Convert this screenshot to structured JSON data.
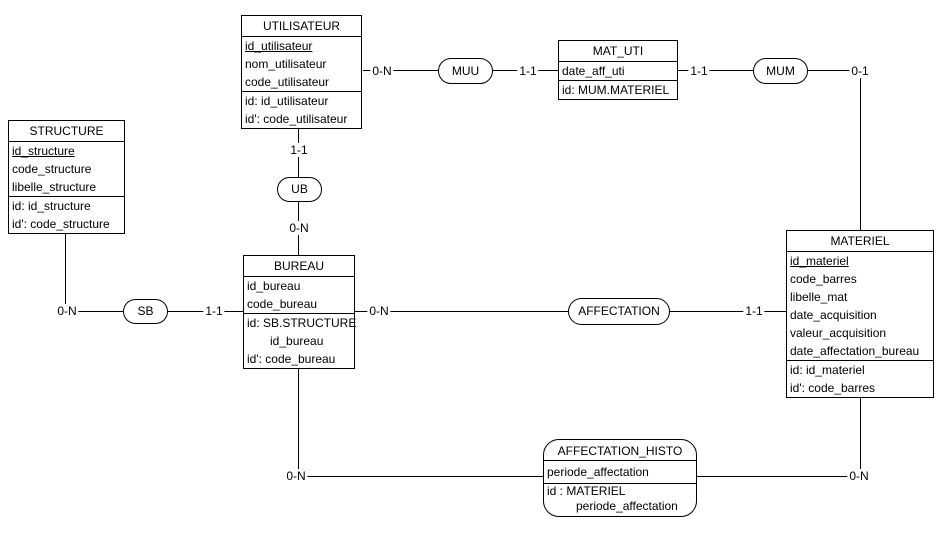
{
  "colors": {
    "background": "#ffffff",
    "line": "#000000",
    "text": "#000000"
  },
  "entities": {
    "utilisateur": {
      "title": "UTILISATEUR",
      "attrs": [
        "id_utilisateur",
        "nom_utilisateur",
        "code_utilisateur"
      ],
      "keys": [
        "id: id_utilisateur",
        "id': code_utilisateur"
      ]
    },
    "mat_uti": {
      "title": "MAT_UTI",
      "attrs": [
        "date_aff_uti"
      ],
      "keys": [
        "id: MUM.MATERIEL"
      ]
    },
    "structure": {
      "title": "STRUCTURE",
      "attrs": [
        "id_structure",
        "code_structure",
        "libelle_structure"
      ],
      "keys": [
        "id: id_structure",
        "id': code_structure"
      ]
    },
    "bureau": {
      "title": "BUREAU",
      "attrs": [
        "id_bureau",
        "code_bureau"
      ],
      "keys": [
        "id: SB.STRUCTURE",
        "id_bureau",
        "id': code_bureau"
      ]
    },
    "materiel": {
      "title": "MATERIEL",
      "attrs": [
        "id_materiel",
        "code_barres",
        "libelle_mat",
        "date_acquisition",
        "valeur_acquisition",
        "date_affectation_bureau"
      ],
      "keys": [
        "id: id_materiel",
        "id': code_barres"
      ]
    },
    "affectation_histo": {
      "title": "AFFECTATION_HISTO",
      "attrs": [
        "periode_affectation"
      ],
      "keys": [
        "id : MATERIEL",
        "periode_affectation"
      ]
    }
  },
  "relations": {
    "muu": "MUU",
    "mum": "MUM",
    "ub": "UB",
    "sb": "SB",
    "affectation": "AFFECTATION"
  },
  "cardinalities": {
    "utilisateur_muu": "0-N",
    "muu_mat_uti": "1-1",
    "mat_uti_mum": "1-1",
    "mum_materiel": "0-1",
    "utilisateur_ub": "1-1",
    "ub_bureau": "0-N",
    "structure_sb": "0-N",
    "sb_bureau": "1-1",
    "bureau_affectation": "0-N",
    "affectation_materiel": "1-1",
    "bureau_affectation_histo": "0-N",
    "materiel_affectation_histo": "0-N"
  }
}
